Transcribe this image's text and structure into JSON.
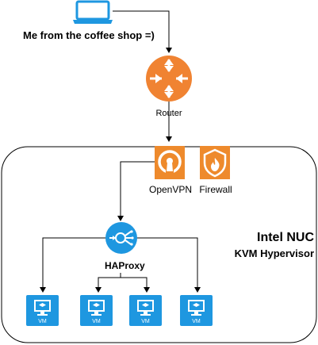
{
  "laptop": {
    "label": "Me from the coffee shop =)",
    "icon": "laptop-icon"
  },
  "router": {
    "label": "Router",
    "icon": "router-icon",
    "color": "#F08332"
  },
  "host": {
    "title": "Intel NUC",
    "subtitle": "KVM Hypervisor"
  },
  "openvpn": {
    "label": "OpenVPN",
    "icon": "openvpn-icon",
    "color": "#EE8A2C"
  },
  "firewall": {
    "label": "Firewall",
    "icon": "firewall-icon",
    "color": "#EE8A2C"
  },
  "haproxy": {
    "label": "HAProxy",
    "icon": "load-balancer-icon",
    "color": "#1E97E0"
  },
  "vms": [
    {
      "label": "VM",
      "icon": "vm-icon"
    },
    {
      "label": "VM",
      "icon": "vm-icon"
    },
    {
      "label": "VM",
      "icon": "vm-icon"
    },
    {
      "label": "VM",
      "icon": "vm-icon"
    }
  ]
}
